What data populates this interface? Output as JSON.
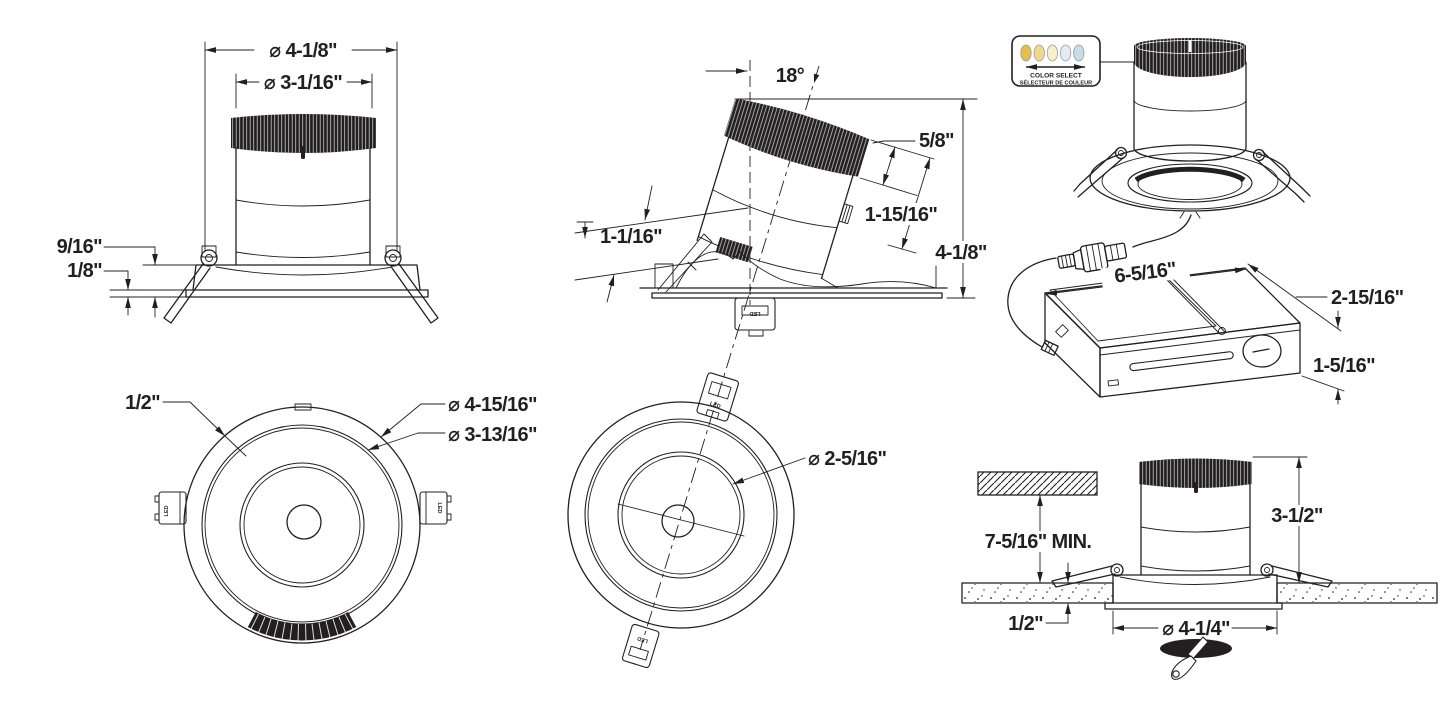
{
  "drawing": {
    "ink": "#231f20",
    "paper": "#ffffff",
    "led_label": "LED",
    "side_view": {
      "outer_dia": "⌀ 4-1/8\"",
      "body_dia": "⌀ 3-1/16\"",
      "trim_depth": "9/16\"",
      "flange_thickness": "1/8\""
    },
    "front_view": {
      "trim_ring_width": "1/2\"",
      "flange_dia": "⌀ 4-15/16\"",
      "trim_face_dia": "⌀ 3-13/16\""
    },
    "tilt_view": {
      "tilt_angle": "18°",
      "bezel_height": "5/8\"",
      "body_exposed": "1-15/16\"",
      "regress_depth": "1-1/16\"",
      "overall_height": "4-1/8\""
    },
    "lens_view": {
      "lens_dia": "⌀ 2-5/16\""
    },
    "color_select_badge": {
      "line1": "COLOR SELECT",
      "line2": "SÉLECTEUR DE COULEUR",
      "swatch_colors": [
        "#E6BE50",
        "#EFD98F",
        "#F7EFC9",
        "#E3EDF1",
        "#C6DCE9"
      ]
    },
    "junction_box_view": {
      "length": "6-5/16\"",
      "depth": "2-15/16\"",
      "height": "1-5/16\""
    },
    "install_view": {
      "min_clearance": "7-5/16\" MIN.",
      "housing_height": "3-1/2\"",
      "ceiling_thickness": "1/2\"",
      "cutout_dia": "⌀ 4-1/4\""
    }
  }
}
